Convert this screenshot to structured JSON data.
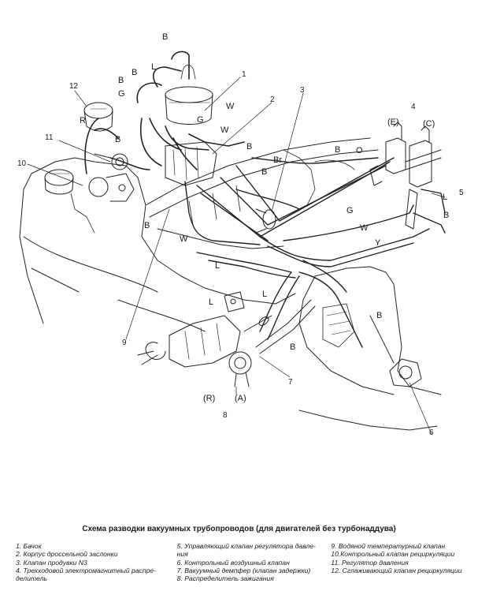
{
  "diagram": {
    "hose_labels": [
      {
        "id": "b1",
        "text": "B"
      },
      {
        "id": "l1",
        "text": "L"
      },
      {
        "id": "b2",
        "text": "B"
      },
      {
        "id": "b3",
        "text": "B"
      },
      {
        "id": "g1",
        "text": "G"
      },
      {
        "id": "w1",
        "text": "W"
      },
      {
        "id": "r1",
        "text": "R"
      },
      {
        "id": "g2",
        "text": "G"
      },
      {
        "id": "w2",
        "text": "W"
      },
      {
        "id": "b4",
        "text": "B"
      },
      {
        "id": "b5",
        "text": "B"
      },
      {
        "id": "b6",
        "text": "B"
      },
      {
        "id": "br",
        "text": "Br"
      },
      {
        "id": "b7",
        "text": "B"
      },
      {
        "id": "o1",
        "text": "O"
      },
      {
        "id": "l2",
        "text": "L"
      },
      {
        "id": "b8",
        "text": "B"
      },
      {
        "id": "g3",
        "text": "G"
      },
      {
        "id": "w3",
        "text": "W"
      },
      {
        "id": "y1",
        "text": "Y"
      },
      {
        "id": "b9",
        "text": "B"
      },
      {
        "id": "w4",
        "text": "W"
      },
      {
        "id": "l3",
        "text": "L"
      },
      {
        "id": "l4",
        "text": "L"
      },
      {
        "id": "l5",
        "text": "L"
      },
      {
        "id": "b10",
        "text": "B"
      },
      {
        "id": "b11",
        "text": "B"
      }
    ],
    "port_labels": [
      {
        "id": "E",
        "text": "(E)"
      },
      {
        "id": "C",
        "text": "(C)"
      },
      {
        "id": "R",
        "text": "(R)"
      },
      {
        "id": "A",
        "text": "(A)"
      }
    ],
    "callouts": [
      "1",
      "2",
      "3",
      "4",
      "5",
      "6",
      "7",
      "8",
      "9",
      "10",
      "11",
      "12"
    ]
  },
  "caption": "Схема разводки вакуумных трубопроводов (для двигателей без турбонаддува)",
  "legend": {
    "col1": [
      "1. Бачок",
      "2. Корпус дроссельной заслонки",
      "3. Клапан продувки N3",
      "4. Трехходовой электромагнитный распре-",
      "делитель"
    ],
    "col2": [
      "5. Управляющий клапан регулятора давле-",
      "ния",
      "6. Контрольный воздушный клапан",
      "7. Вакуумный демпфер (клапан задержки)",
      "8. Распределитель зажигания"
    ],
    "col3": [
      "9. Водяной температурный клапан",
      "10.Контрольный клапан рециркуляции",
      "11. Регулятор давления",
      "12. Сглаживающий клапан рециркуляции"
    ]
  }
}
